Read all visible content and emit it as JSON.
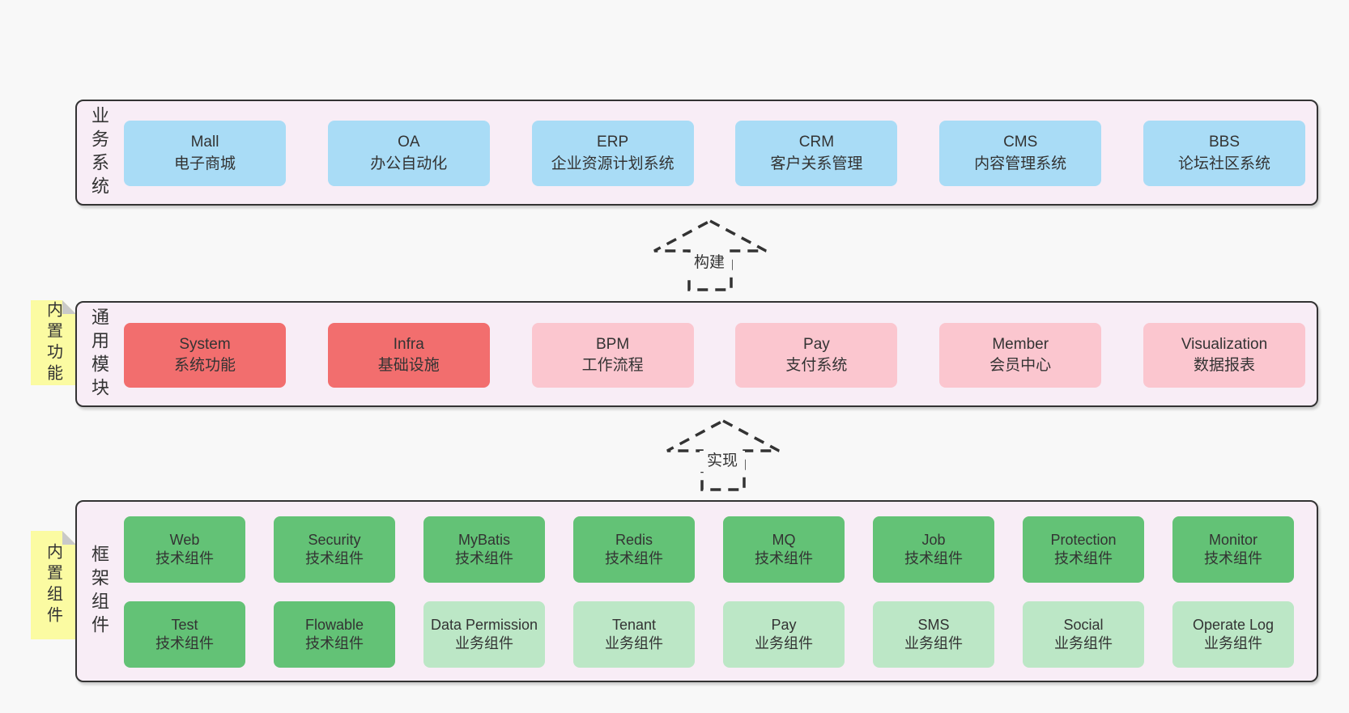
{
  "colors": {
    "page-bg": "#f8f8f8",
    "section-bg": "#f8edf6",
    "line": "#333333",
    "text": "#333333",
    "blue": "#a9dcf6",
    "red": "#f26e6e",
    "pink": "#fbc6cf",
    "green": "#63c276",
    "lightgreen": "#bce7c6",
    "yellow": "#fbfba2",
    "fold": "#c9c9c9"
  },
  "arrows": [
    {
      "label": "构建"
    },
    {
      "label": "实现"
    }
  ],
  "sections": [
    {
      "id": "business-systems",
      "label": "业务系统",
      "rows": [
        [
          {
            "name": "Mall",
            "subtitle": "电子商城",
            "type": "blue"
          },
          {
            "name": "OA",
            "subtitle": "办公自动化",
            "type": "blue"
          },
          {
            "name": "ERP",
            "subtitle": "企业资源计划系统",
            "type": "blue"
          },
          {
            "name": "CRM",
            "subtitle": "客户关系管理",
            "type": "blue"
          },
          {
            "name": "CMS",
            "subtitle": "内容管理系统",
            "type": "blue"
          },
          {
            "name": "BBS",
            "subtitle": "论坛社区系统",
            "type": "blue"
          }
        ]
      ]
    },
    {
      "id": "common-modules",
      "label": "通用模块",
      "note": "内置功能",
      "rows": [
        [
          {
            "name": "System",
            "subtitle": "系统功能",
            "type": "red"
          },
          {
            "name": "Infra",
            "subtitle": "基础设施",
            "type": "red"
          },
          {
            "name": "BPM",
            "subtitle": "工作流程",
            "type": "pink"
          },
          {
            "name": "Pay",
            "subtitle": "支付系统",
            "type": "pink"
          },
          {
            "name": "Member",
            "subtitle": "会员中心",
            "type": "pink"
          },
          {
            "name": "Visualization",
            "subtitle": "数据报表",
            "type": "pink"
          }
        ]
      ]
    },
    {
      "id": "framework-components",
      "label": "框架组件",
      "note": "内置组件",
      "rows": [
        [
          {
            "name": "Web",
            "subtitle": "技术组件",
            "type": "green"
          },
          {
            "name": "Security",
            "subtitle": "技术组件",
            "type": "green"
          },
          {
            "name": "MyBatis",
            "subtitle": "技术组件",
            "type": "green"
          },
          {
            "name": "Redis",
            "subtitle": "技术组件",
            "type": "green"
          },
          {
            "name": "MQ",
            "subtitle": "技术组件",
            "type": "green"
          },
          {
            "name": "Job",
            "subtitle": "技术组件",
            "type": "green"
          },
          {
            "name": "Protection",
            "subtitle": "技术组件",
            "type": "green"
          },
          {
            "name": "Monitor",
            "subtitle": "技术组件",
            "type": "green"
          }
        ],
        [
          {
            "name": "Test",
            "subtitle": "技术组件",
            "type": "green"
          },
          {
            "name": "Flowable",
            "subtitle": "技术组件",
            "type": "green"
          },
          {
            "name": "Data Permission",
            "subtitle": "业务组件",
            "type": "lightgreen"
          },
          {
            "name": "Tenant",
            "subtitle": "业务组件",
            "type": "lightgreen"
          },
          {
            "name": "Pay",
            "subtitle": "业务组件",
            "type": "lightgreen"
          },
          {
            "name": "SMS",
            "subtitle": "业务组件",
            "type": "lightgreen"
          },
          {
            "name": "Social",
            "subtitle": "业务组件",
            "type": "lightgreen"
          },
          {
            "name": "Operate Log",
            "subtitle": "业务组件",
            "type": "lightgreen"
          }
        ]
      ]
    }
  ]
}
